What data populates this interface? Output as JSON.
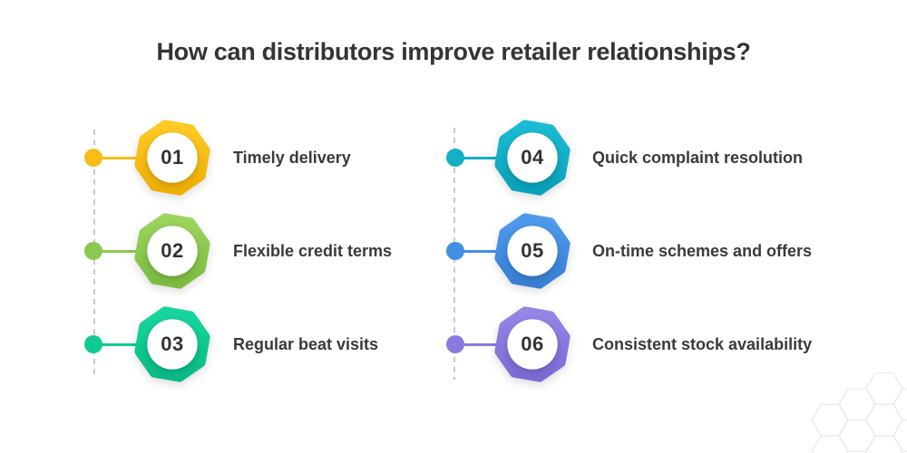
{
  "title": "How can distributors improve retailer relationships?",
  "items": [
    {
      "number": "01",
      "label": "Timely delivery",
      "color": "#F6BE17",
      "color_light": "#FDCB25",
      "color_dark": "#EFAE06"
    },
    {
      "number": "02",
      "label": "Flexible credit terms",
      "color": "#8CC851",
      "color_light": "#9DD45F",
      "color_dark": "#7CBD41"
    },
    {
      "number": "03",
      "label": "Regular beat visits",
      "color": "#10C993",
      "color_light": "#16D69E",
      "color_dark": "#0ABB87"
    },
    {
      "number": "04",
      "label": "Quick complaint resolution",
      "color": "#12AFC8",
      "color_light": "#1CBAD3",
      "color_dark": "#0AA2BB"
    },
    {
      "number": "05",
      "label": "On-time schemes and offers",
      "color": "#4190E4",
      "color_light": "#4F9BEB",
      "color_dark": "#387FD6"
    },
    {
      "number": "06",
      "label": "Consistent stock availability",
      "color": "#8A7ADF",
      "color_light": "#9586E6",
      "color_dark": "#7C6BD6"
    }
  ],
  "colors": {
    "background": "#ffffff",
    "title_text": "#343434",
    "item_text": "#3a3a3a",
    "number_text": "#333333",
    "dashed_line": "#c9c9c9",
    "hexagon_stroke": "#e9e9e9"
  }
}
